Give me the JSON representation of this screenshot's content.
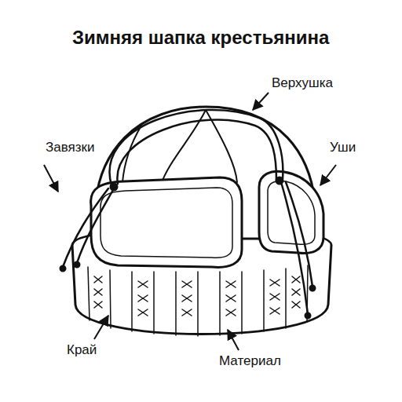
{
  "diagram": {
    "title": "Зимняя шапка крестьянина",
    "labels": [
      "Верхушка",
      "Завязки",
      "Уши",
      "Край",
      "Материал"
    ]
  }
}
